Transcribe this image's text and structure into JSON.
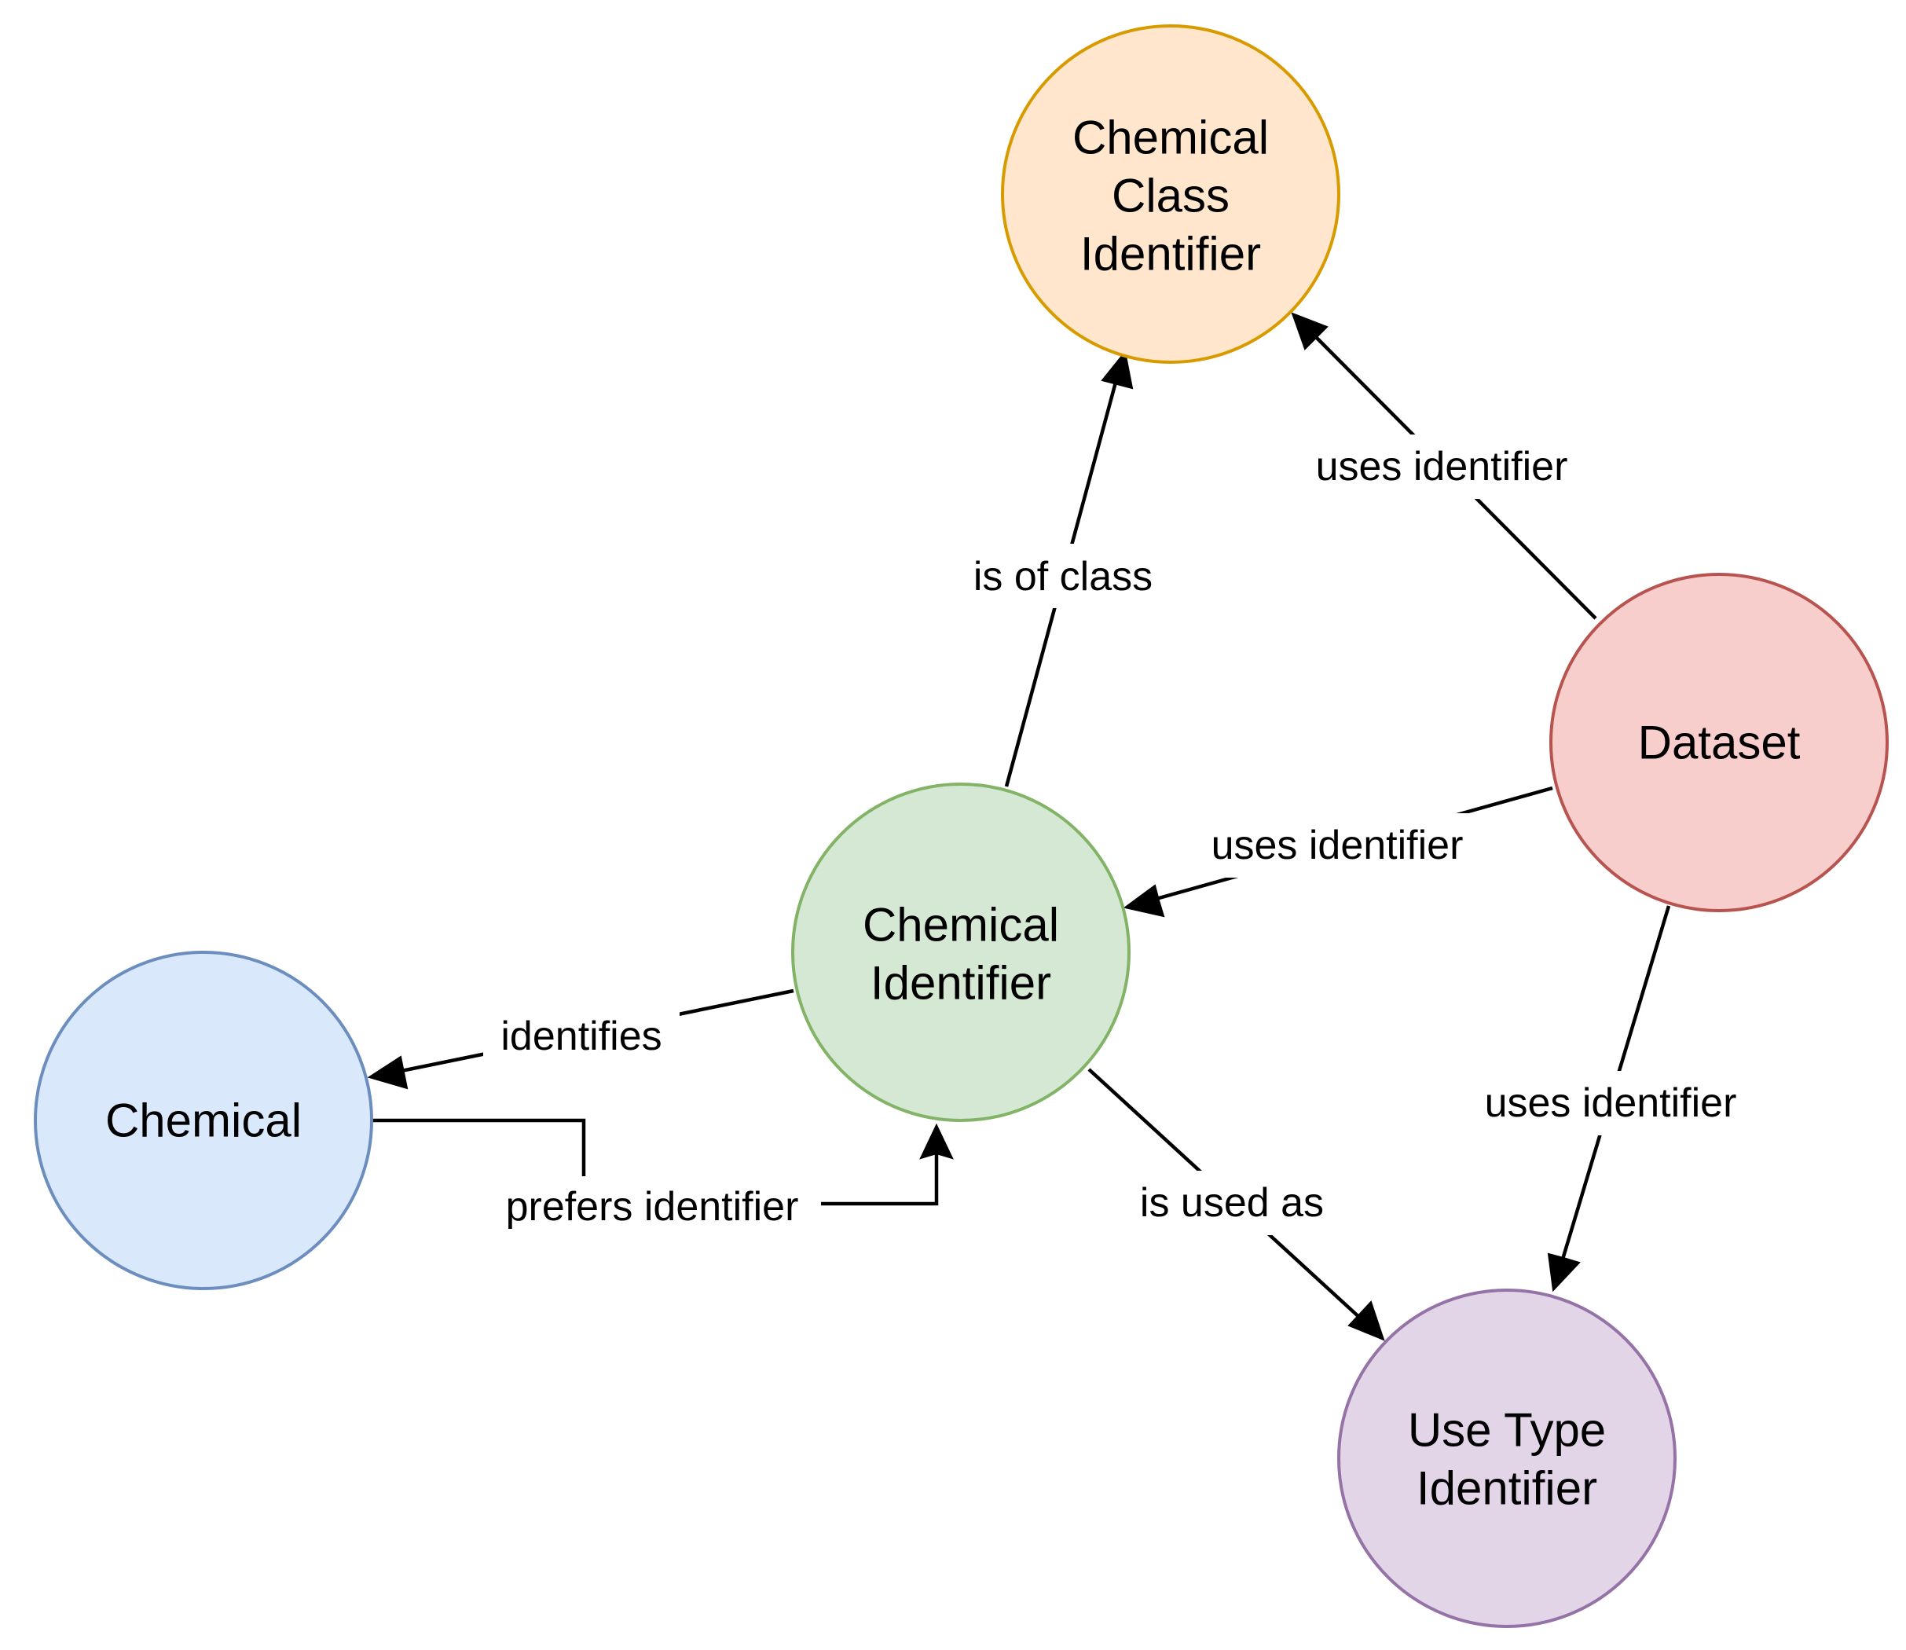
{
  "nodes": {
    "chemical_class_identifier": {
      "lines": [
        "Chemical",
        "Class",
        "Identifier"
      ],
      "fill": "#ffe6cc",
      "stroke": "#d79b00"
    },
    "dataset": {
      "lines": [
        "Dataset"
      ],
      "fill": "#f8cecc",
      "stroke": "#b85450"
    },
    "chemical_identifier": {
      "lines": [
        "Chemical",
        "Identifier"
      ],
      "fill": "#d5e8d4",
      "stroke": "#82b366"
    },
    "chemical": {
      "lines": [
        "Chemical"
      ],
      "fill": "#dae8fc",
      "stroke": "#6c8ebf"
    },
    "use_type_identifier": {
      "lines": [
        "Use Type",
        "Identifier"
      ],
      "fill": "#e1d5e7",
      "stroke": "#9673a6"
    }
  },
  "edges": {
    "is_of_class": "is of class",
    "dataset_uses_class": "uses identifier",
    "dataset_uses_chemical_identifier": "uses identifier",
    "dataset_uses_use_type": "uses identifier",
    "identifies": "identifies",
    "prefers_identifier": "prefers identifier",
    "is_used_as": "is used as"
  }
}
